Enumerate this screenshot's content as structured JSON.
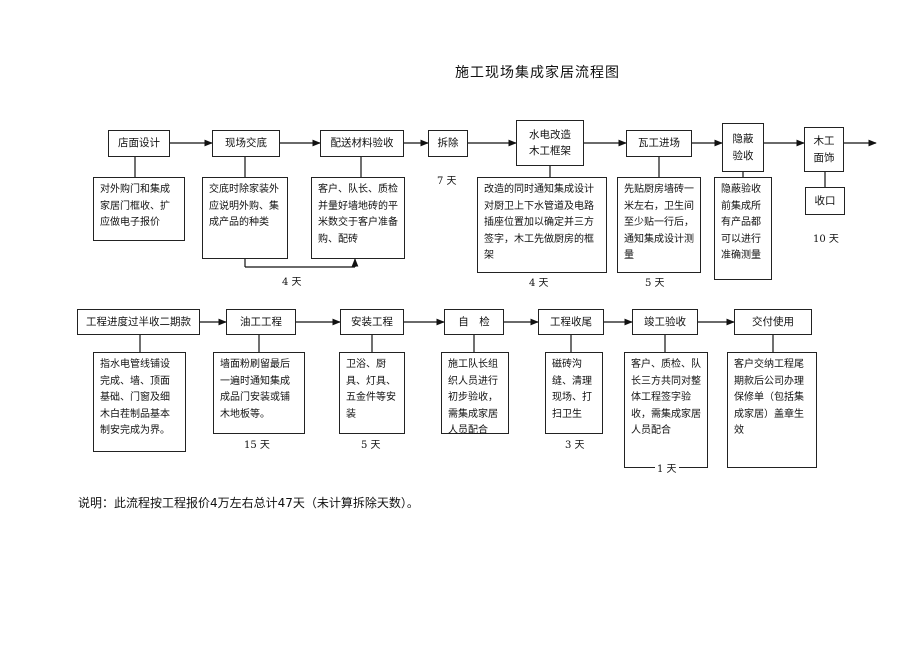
{
  "title": "施工现场集成家居流程图",
  "row1": {
    "steps": [
      "店面设计",
      "现场交底",
      "配送材料验收",
      "拆除",
      "水电改造\n木工框架",
      "瓦工进场",
      "隐蔽\n验收",
      "木工\n面饰"
    ],
    "details": [
      "对外购门和集成家居门框收、扩应做电子报价",
      "交底时除家装外应说明外购、集成产品的种类",
      "客户、队长、质检并量好墙地砖的平米数交于客户准备购、配砖",
      "改造的同时通知集成设计对厨卫上下水管道及电路插座位置加以确定并三方签字，木工先做厨房的框架",
      "先贴厨房墙砖一米左右，卫生间至少贴一行后，通知集成设计测量",
      "隐蔽验收前集成所有产品都可以进行准确测量",
      "收口"
    ],
    "durations": [
      "4 天",
      "7 天",
      "4 天",
      "5 天",
      "10 天"
    ]
  },
  "row2": {
    "steps": [
      "工程进度过半收二期款",
      "油工工程",
      "安装工程",
      "自　检",
      "工程收尾",
      "竣工验收",
      "交付使用"
    ],
    "details": [
      "指水电管线铺设完成、墙、顶面基础、门窗及细木白茬制品基本制安完成为界。",
      "墙面粉刷留最后一遍时通知集成成品门安装或铺木地板等。",
      "卫浴、厨具、灯具、五金件等安装",
      "施工队长组织人员进行初步验收，需集成家居人员配合",
      "磁砖沟缝、清理现场、打扫卫生",
      "客户、质检、队长三方共同对整体工程签字验收，需集成家居人员配合",
      "客户交纳工程尾期款后公司办理保修单（包括集成家居）盖章生效"
    ],
    "durations": [
      "15 天",
      "5 天",
      "3 天",
      "1 天"
    ]
  },
  "note": "说明：此流程按工程报价4万左右总计47天（未计算拆除天数）。"
}
